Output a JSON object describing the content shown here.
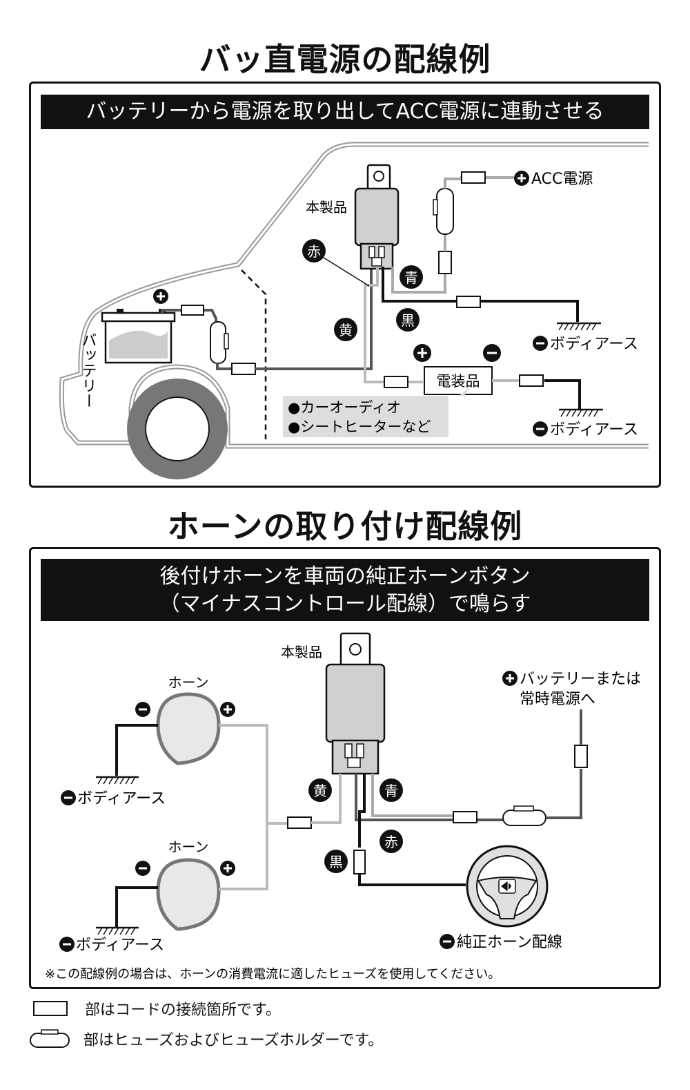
{
  "section1": {
    "title": "バッ直電源の配線例",
    "banner": "バッテリーから電源を取り出してACC電源に連動させる",
    "labels": {
      "product": "本製品",
      "acc": "ACC電源",
      "body_earth_1": "ボディアース",
      "body_earth_2": "ボディアース",
      "battery": "バッテリー",
      "device": "電装品",
      "car_audio": "●カーオーディオ",
      "seat_heater": "●シートヒーターなど"
    },
    "wire_colors": {
      "red": "赤",
      "blue": "青",
      "yellow": "黄",
      "black": "黒"
    }
  },
  "section2": {
    "title": "ホーンの取り付け配線例",
    "banner_line1": "後付けホーンを車両の純正ホーンボタン",
    "banner_line2": "（マイナスコントロール配線）で鳴らす",
    "labels": {
      "product": "本製品",
      "horn_1": "ホーン",
      "horn_2": "ホーン",
      "body_earth_1": "ボディアース",
      "body_earth_2": "ボディアース",
      "battery_line1": "バッテリーまたは",
      "battery_line2": "常時電源へ",
      "stock_horn": "純正ホーン配線"
    },
    "wire_colors": {
      "yellow": "黄",
      "blue": "青",
      "red": "赤",
      "black": "黒"
    },
    "note": "※この配線例の場合は、ホーンの消費電流に適したヒューズを使用してください。"
  },
  "legend": {
    "connector": "部はコードの接続箇所です。",
    "fuse": "部はヒューズおよびヒューズホルダーです。"
  }
}
